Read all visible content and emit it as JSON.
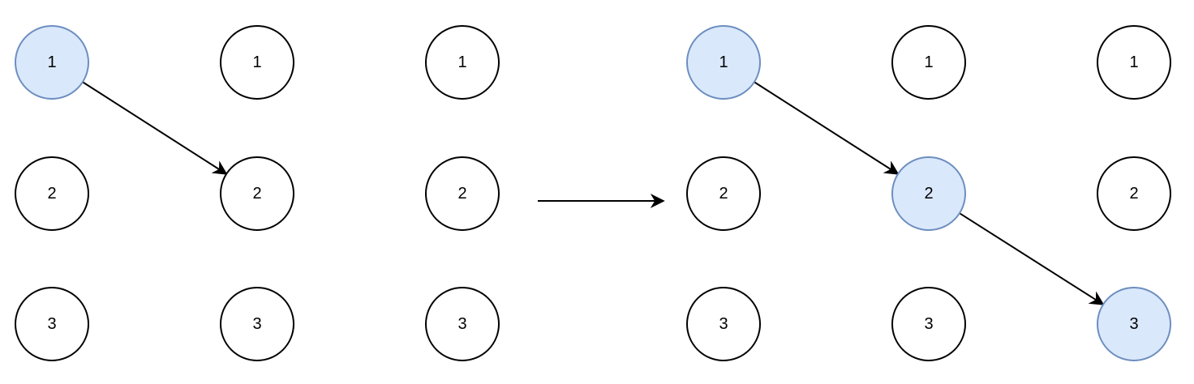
{
  "colors": {
    "node_fill": "#ffffff",
    "node_stroke": "#000000",
    "highlight_fill": "#dae8fc",
    "highlight_stroke": "#6c8ebf",
    "edge": "#000000"
  },
  "left_panel": {
    "nodes": [
      {
        "id": "L1",
        "label": "1",
        "highlighted": true
      },
      {
        "id": "L2",
        "label": "1",
        "highlighted": false
      },
      {
        "id": "L3",
        "label": "1",
        "highlighted": false
      },
      {
        "id": "L4",
        "label": "2",
        "highlighted": false
      },
      {
        "id": "L5",
        "label": "2",
        "highlighted": false
      },
      {
        "id": "L6",
        "label": "2",
        "highlighted": false
      },
      {
        "id": "L7",
        "label": "3",
        "highlighted": false
      },
      {
        "id": "L8",
        "label": "3",
        "highlighted": false
      },
      {
        "id": "L9",
        "label": "3",
        "highlighted": false
      }
    ],
    "edges": [
      {
        "from": "L1",
        "to": "L5"
      }
    ]
  },
  "transition": {
    "from_panel": "left_panel",
    "to_panel": "right_panel"
  },
  "right_panel": {
    "nodes": [
      {
        "id": "R1",
        "label": "1",
        "highlighted": true
      },
      {
        "id": "R2",
        "label": "1",
        "highlighted": false
      },
      {
        "id": "R3",
        "label": "1",
        "highlighted": false
      },
      {
        "id": "R4",
        "label": "2",
        "highlighted": false
      },
      {
        "id": "R5",
        "label": "2",
        "highlighted": true
      },
      {
        "id": "R6",
        "label": "2",
        "highlighted": false
      },
      {
        "id": "R7",
        "label": "3",
        "highlighted": false
      },
      {
        "id": "R8",
        "label": "3",
        "highlighted": false
      },
      {
        "id": "R9",
        "label": "3",
        "highlighted": true
      }
    ],
    "edges": [
      {
        "from": "R1",
        "to": "R5"
      },
      {
        "from": "R5",
        "to": "R9"
      }
    ]
  }
}
